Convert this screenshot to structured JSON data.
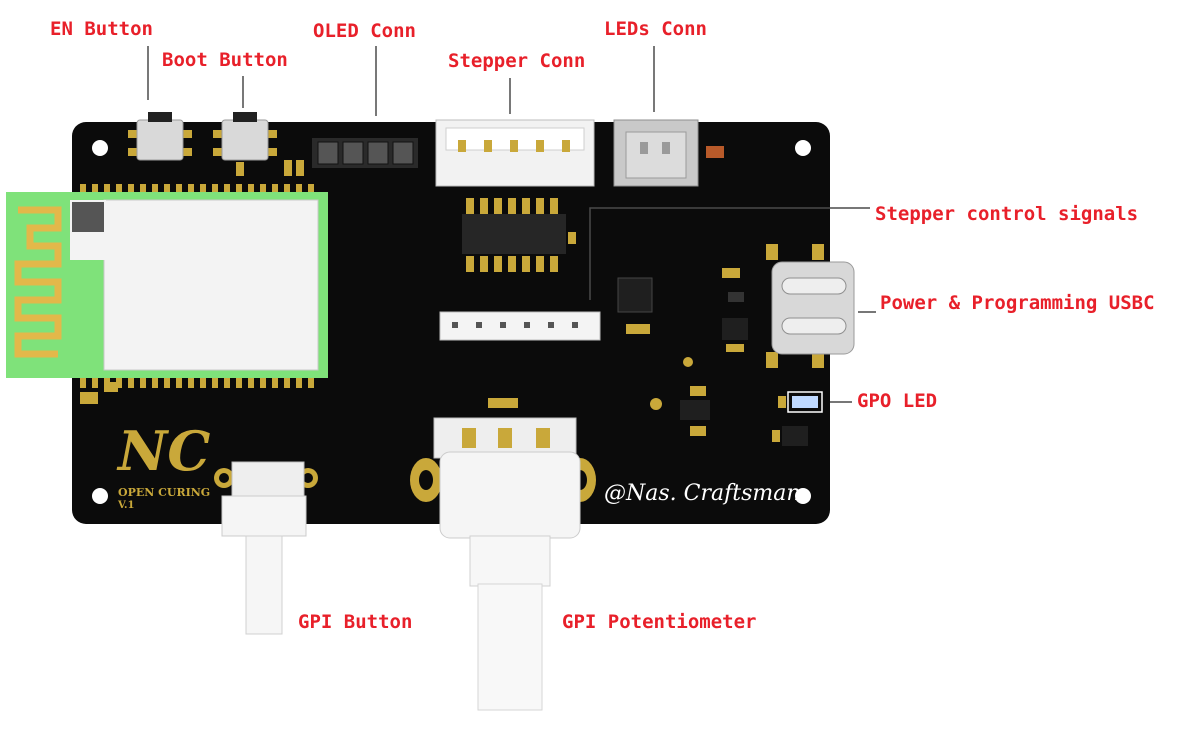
{
  "labels": {
    "en_button": "EN Button",
    "boot_button": "Boot Button",
    "oled_conn": "OLED Conn",
    "stepper_conn": "Stepper Conn",
    "leds_conn": "LEDs Conn",
    "stepper_signals": "Stepper control signals",
    "power_usbc": "Power & Programming USBC",
    "gpo_led": "GPO LED",
    "gpi_button": "GPI Button",
    "gpi_pot": "GPI Potentiometer"
  },
  "board": {
    "logo_mark": "NC",
    "logo_text_1": "OPEN CURING",
    "logo_text_2": "V.1",
    "signature": "@Nas. Craftsman"
  },
  "colors": {
    "callout": "#e8202a",
    "pcb": "#0b0b0b",
    "gold": "#c9a83a",
    "module_green": "#7fe27a",
    "antenna_gold": "#e3b84a",
    "connector_white": "#f2f2f2",
    "usb_silver": "#d8d8d8"
  }
}
